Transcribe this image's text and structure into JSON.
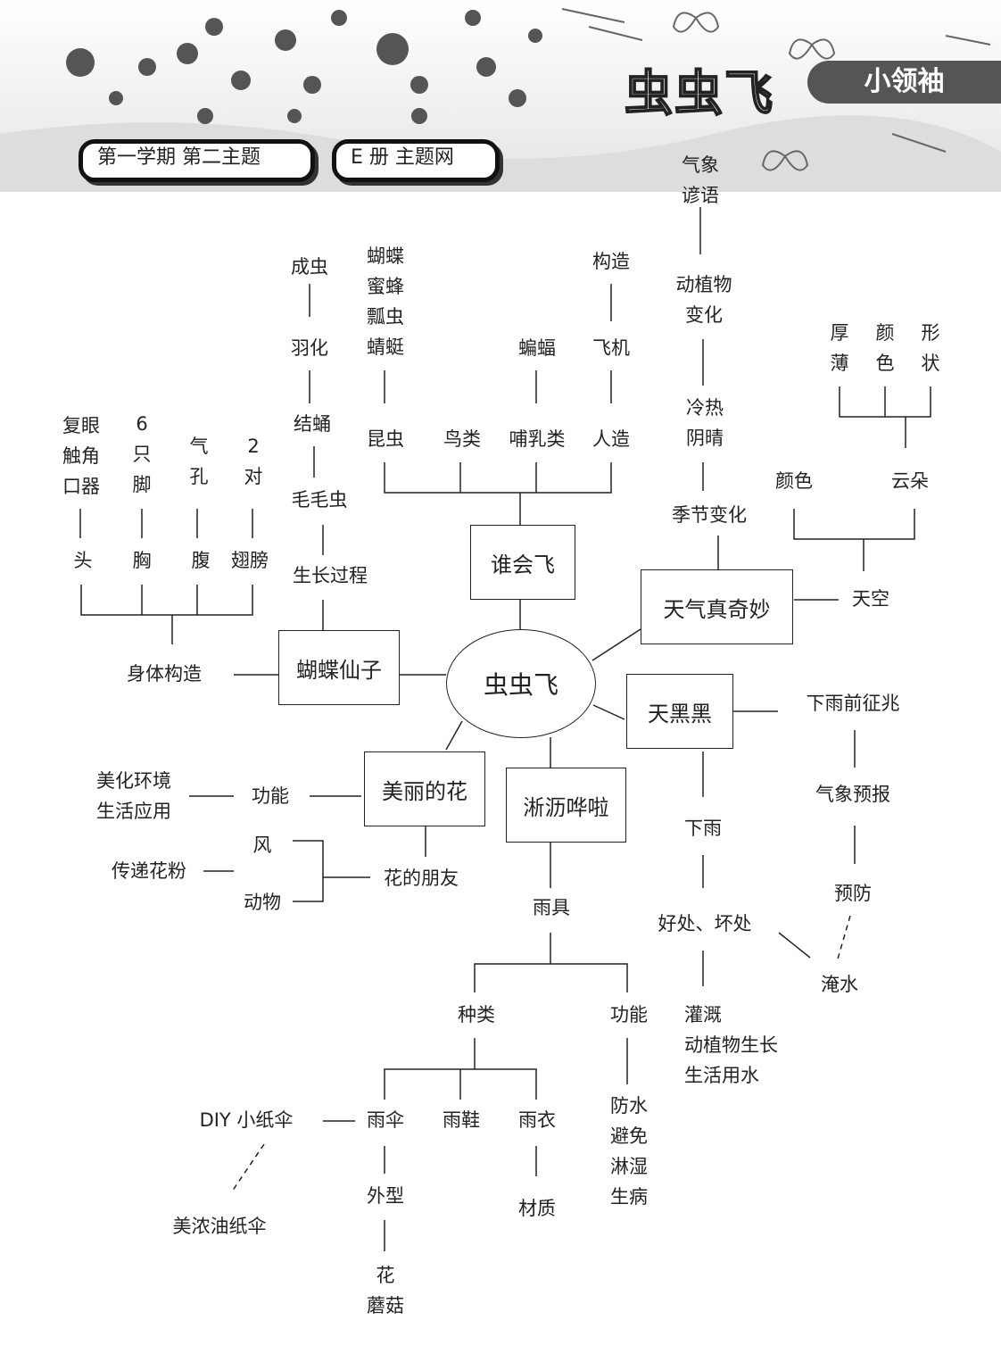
{
  "header": {
    "semester_pill": "第一学期 第二主题",
    "book_pill": "E 册 主题网",
    "logo_text": "虫虫飞",
    "brand_badge": "小领袖"
  },
  "center": "虫虫飞",
  "boxes": {
    "who_flies": "谁会飞",
    "butterfly": "蝴蝶仙子",
    "weather": "天气真奇妙",
    "dark_sky": "天黑黑",
    "flower": "美丽的花",
    "rain": "淅沥哗啦"
  },
  "nodes": {
    "adult": "成虫",
    "emerge": "羽化",
    "pupa": "结蛹",
    "caterpillar": "毛毛虫",
    "growth": "生长过程",
    "insect_list": [
      "蝴蝶",
      "蜜蜂",
      "瓢虫",
      "蜻蜓"
    ],
    "insect": "昆虫",
    "bird": "鸟类",
    "bat": "蝙蝠",
    "mammal": "哺乳类",
    "structure": "构造",
    "plane": "飞机",
    "manmade": "人造",
    "compound_eye": [
      "复眼",
      "触角",
      "口器"
    ],
    "six_legs": [
      "6",
      "只",
      "脚"
    ],
    "spiracle": [
      "气",
      "孔"
    ],
    "two_pairs": [
      "2",
      "对"
    ],
    "head": "头",
    "chest": "胸",
    "abdomen": "腹",
    "wings": "翅膀",
    "body_structure": "身体构造",
    "proverb": [
      "气象",
      "谚语"
    ],
    "plant_change": [
      "动植物",
      "变化"
    ],
    "cold_hot": [
      "冷热",
      "阴晴"
    ],
    "season": "季节变化",
    "thick": [
      "厚",
      "薄"
    ],
    "shade": [
      "颜",
      "色"
    ],
    "shape": [
      "形",
      "状"
    ],
    "color": "颜色",
    "cloud": "云朵",
    "sky": "天空",
    "rain_sign": "下雨前征兆",
    "forecast": "气象预报",
    "prevent": "预防",
    "flood": "淹水",
    "raining": "下雨",
    "pros_cons": "好处、坏处",
    "benefits": [
      "灌溉",
      "动植物生长",
      "生活用水"
    ],
    "beautify": [
      "美化环境",
      "生活应用"
    ],
    "function1": "功能",
    "wind": "风",
    "animal": "动物",
    "pollen": "传递花粉",
    "flower_friend": "花的朋友",
    "rain_gear": "雨具",
    "kinds": "种类",
    "function2": "功能",
    "waterproof": [
      "防水",
      "避免",
      "淋湿",
      "生病"
    ],
    "umbrella": "雨伞",
    "boots": "雨鞋",
    "raincoat": "雨衣",
    "diy": "DIY 小纸伞",
    "meinong": "美浓油纸伞",
    "appearance": "外型",
    "material": "材质",
    "flower_mushroom": [
      "花",
      "蘑菇"
    ]
  }
}
